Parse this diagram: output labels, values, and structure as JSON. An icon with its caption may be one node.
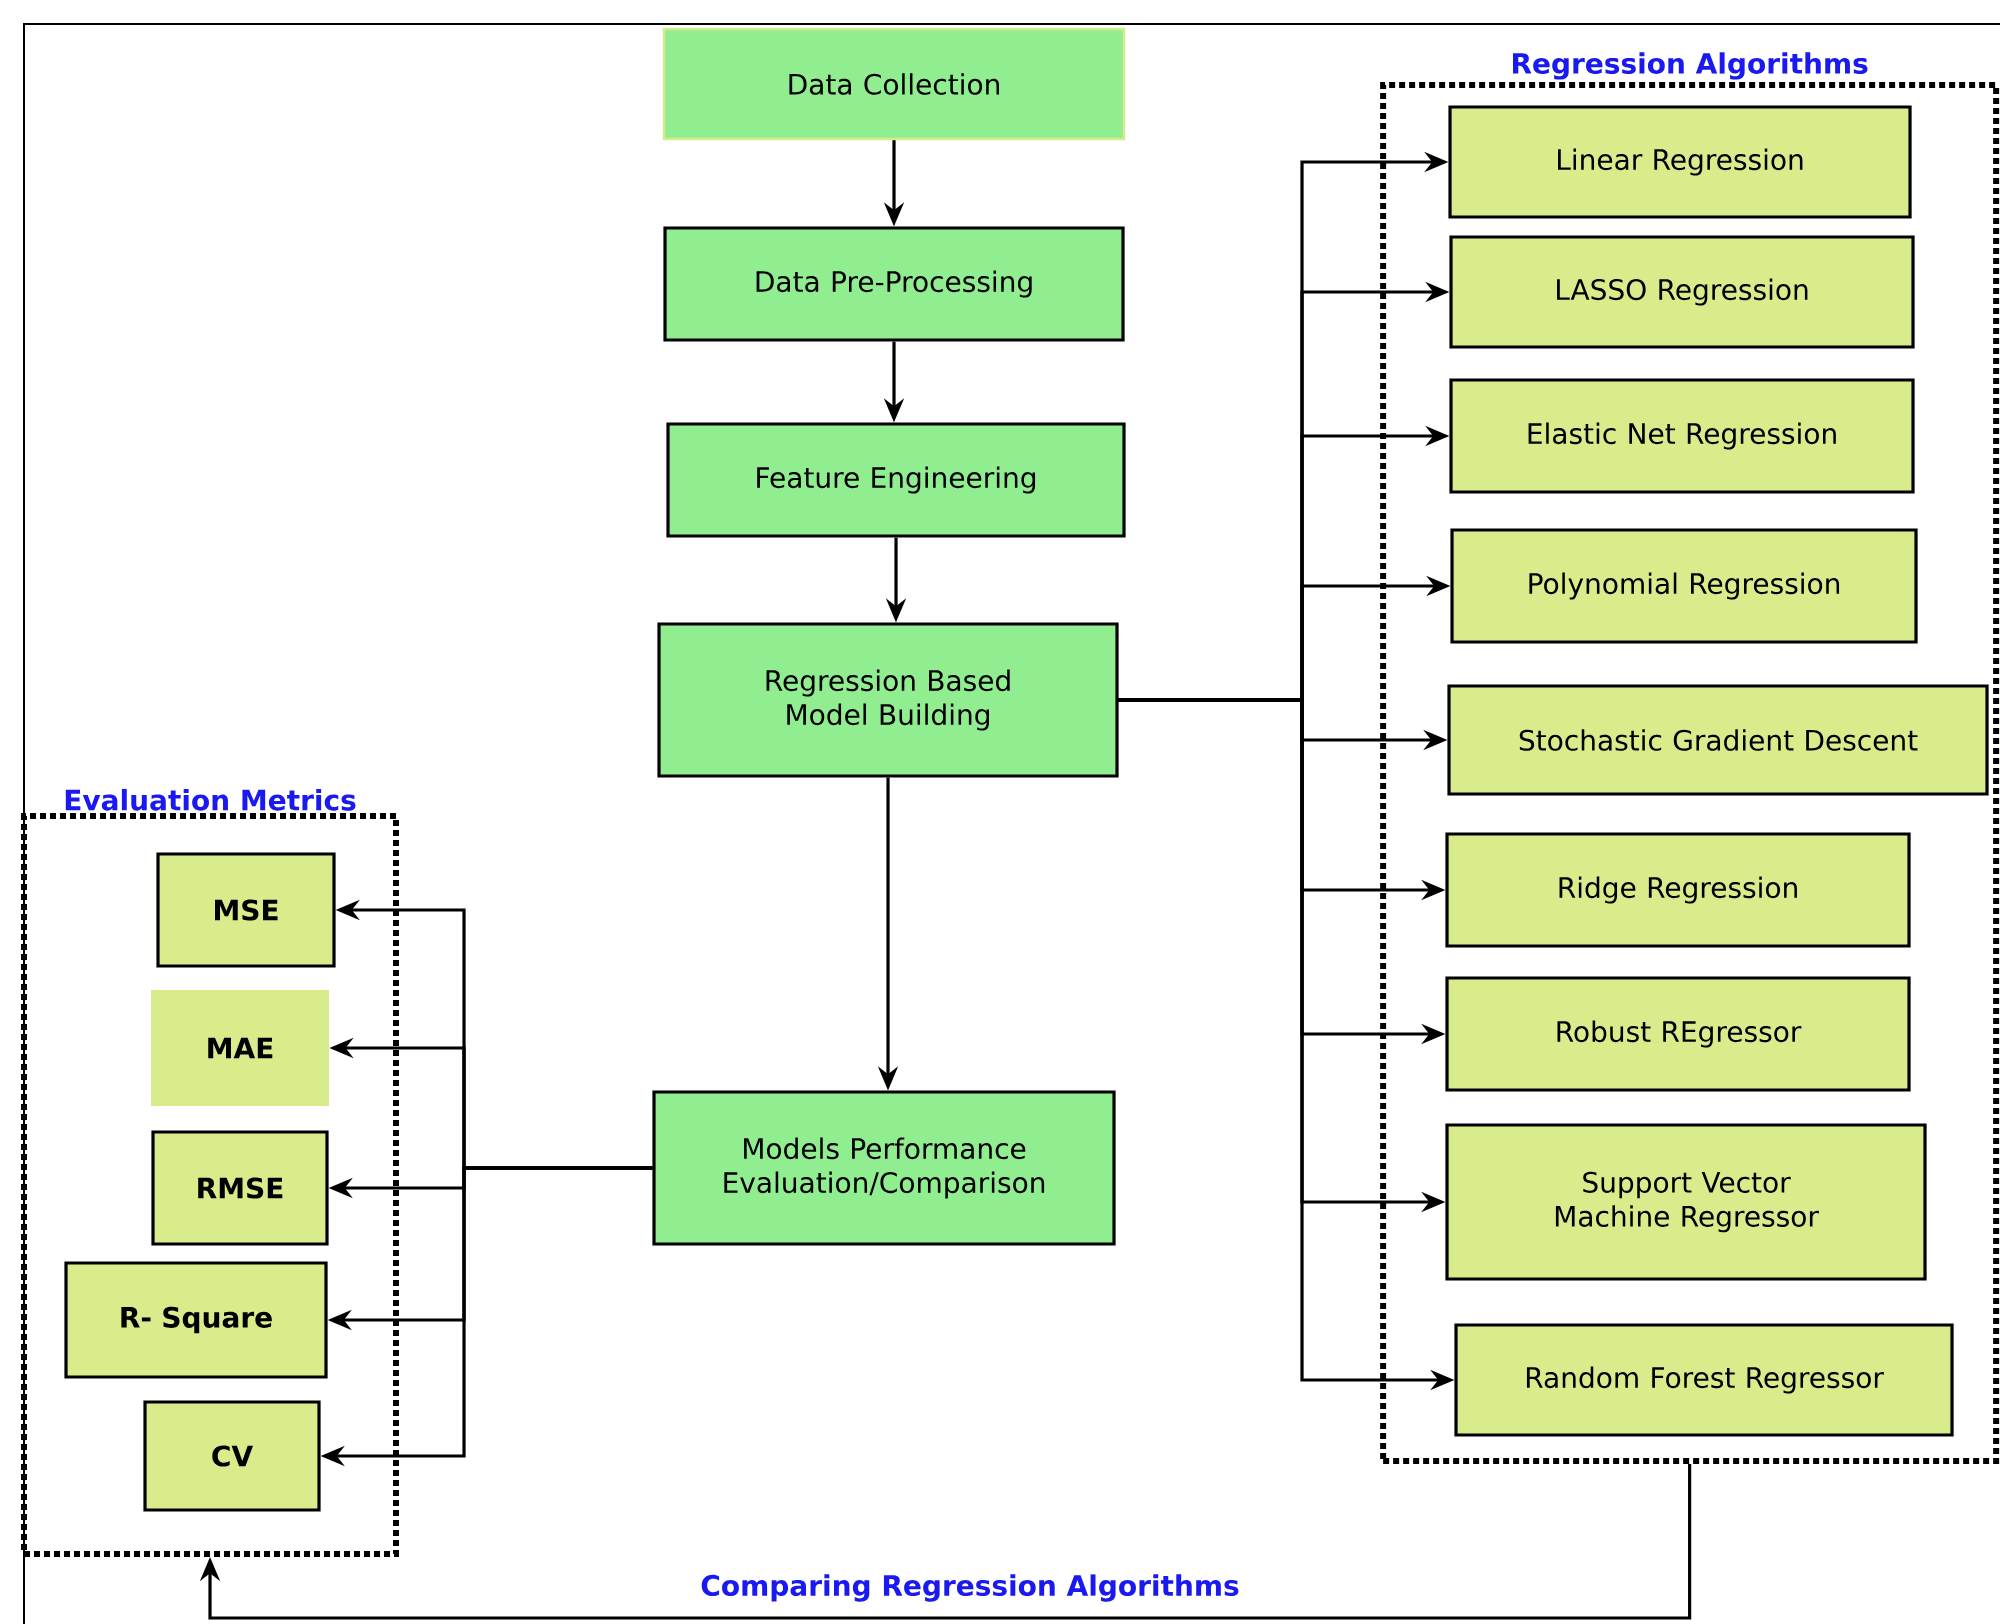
{
  "diagram": {
    "nodes": [
      {
        "text": [
          "Data Collection"
        ]
      },
      {
        "text": [
          "Data Pre-Processing"
        ]
      },
      {
        "text": [
          "Feature Engineering"
        ]
      },
      {
        "text": [
          "Regression Based Model Building"
        ]
      },
      {
        "text": [
          "Models Performance Evaluation/Comparison"
        ]
      },
      {
        "text": [
          "Regression Algorithms"
        ]
      },
      {
        "text": [
          "Linear Regression"
        ],
        "in": 5
      },
      {
        "text": [
          "LASSO Regression"
        ],
        "in": 5
      },
      {
        "text": [
          "Elastic Net Regression"
        ],
        "in": 5
      },
      {
        "text": [
          "Polynomial Regression"
        ],
        "in": 5
      },
      {
        "text": [
          "Stochastic Gradient Descent"
        ],
        "in": 5
      },
      {
        "text": [
          "Ridge Regression"
        ],
        "in": 5
      },
      {
        "text": [
          "Robust REgressor"
        ],
        "in": 5
      },
      {
        "text": [
          "Support Vector Machine Regressor"
        ],
        "in": 5
      },
      {
        "text": [
          "Random Forest Regressor"
        ],
        "in": 5
      },
      {
        "text": [
          "Evaluation Metrics"
        ]
      },
      {
        "text": [
          "MSE"
        ],
        "in": 15
      },
      {
        "text": [
          "MAE"
        ],
        "in": 15
      },
      {
        "text": [
          "RMSE"
        ],
        "in": 15
      },
      {
        "text": [
          "R- Square"
        ],
        "in": 15
      },
      {
        "text": [
          "CV"
        ],
        "in": 15
      }
    ],
    "edges": [
      {
        "from": 0,
        "to": 1,
        "arrow": "to"
      },
      {
        "from": 1,
        "to": 2,
        "arrow": "to"
      },
      {
        "from": 2,
        "to": 3,
        "arrow": "to"
      },
      {
        "from": 3,
        "to": 4,
        "arrow": "to"
      },
      {
        "from": 3,
        "to": 6,
        "arrow": "to"
      },
      {
        "from": 3,
        "to": 7,
        "arrow": "to"
      },
      {
        "from": 3,
        "to": 8,
        "arrow": "to"
      },
      {
        "from": 3,
        "to": 9,
        "arrow": "to"
      },
      {
        "from": 3,
        "to": 10,
        "arrow": "to"
      },
      {
        "from": 3,
        "to": 11,
        "arrow": "to"
      },
      {
        "from": 3,
        "to": 12,
        "arrow": "to"
      },
      {
        "from": 3,
        "to": 13,
        "arrow": "to"
      },
      {
        "from": 3,
        "to": 14,
        "arrow": "to"
      },
      {
        "from": 4,
        "to": 16,
        "arrow": "to"
      },
      {
        "from": 4,
        "to": 17,
        "arrow": "to"
      },
      {
        "from": 4,
        "to": 18,
        "arrow": "to"
      },
      {
        "from": 4,
        "to": 19,
        "arrow": "to"
      },
      {
        "from": 4,
        "to": 20,
        "arrow": "to"
      },
      {
        "from": 5,
        "to": 15,
        "arrow": "to",
        "label": "Comparing Regression Algorithms"
      }
    ]
  }
}
